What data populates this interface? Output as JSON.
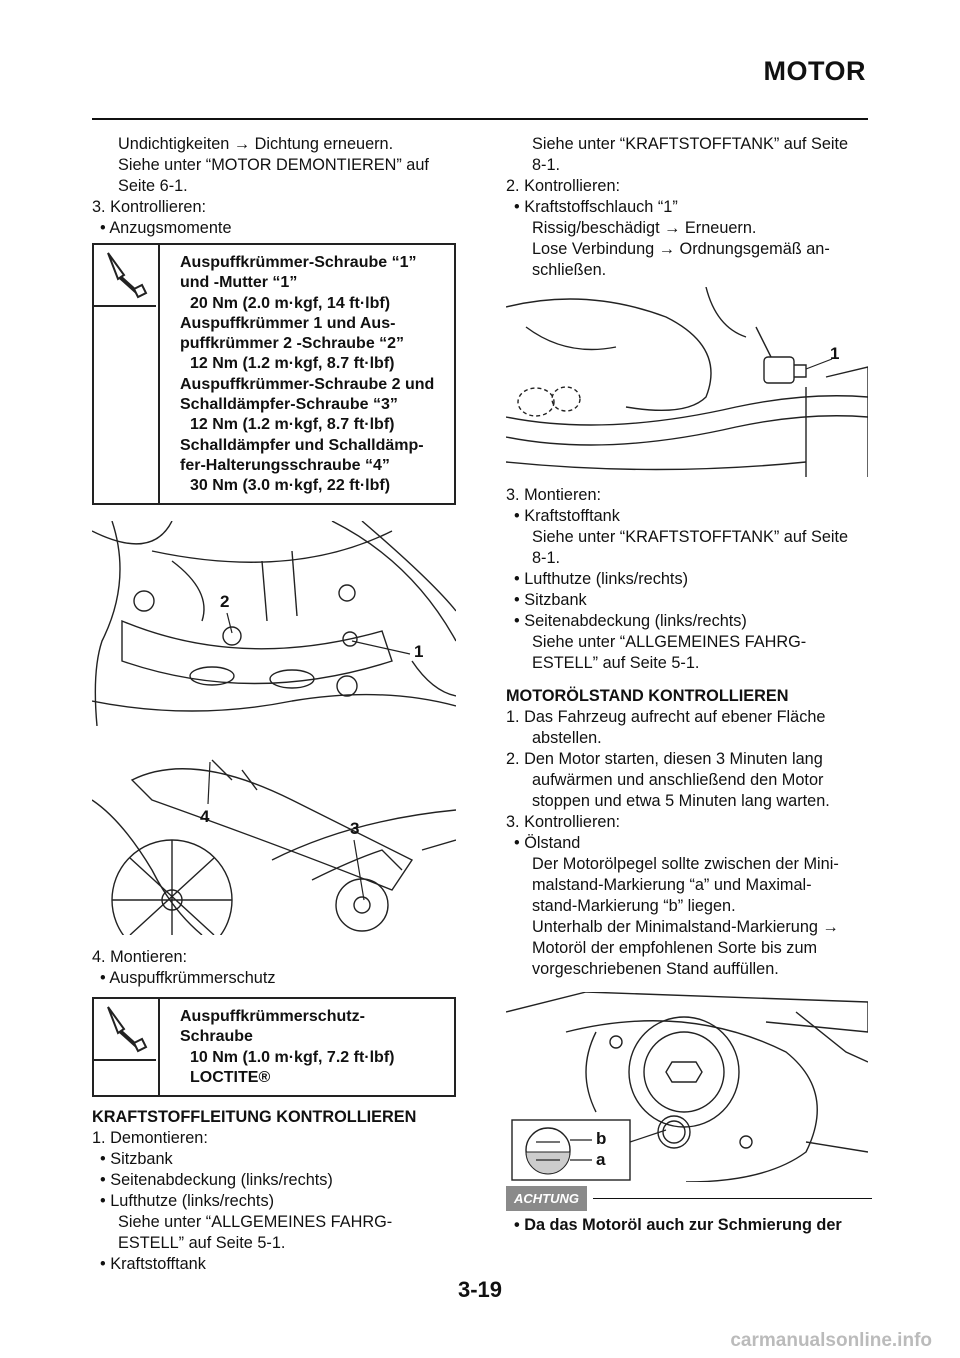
{
  "header": {
    "title": "MOTOR"
  },
  "left": {
    "intro": [
      "Undichtigkeiten → Dichtung erneuern.",
      "Siehe unter “MOTOR DEMONTIEREN” auf",
      "Seite 6-1."
    ],
    "step3": "3.  Kontrollieren:",
    "step3_item": "• Anzugsmomente",
    "torque_box": [
      "Auspuffkrümmer-Schraube “1”",
      "und -Mutter “1”",
      "20 Nm (2.0 m·kgf, 14 ft·lbf)",
      "Auspuffkrümmer 1 und Aus-",
      "puffkrümmer 2 -Schraube “2”",
      "12 Nm (1.2 m·kgf, 8.7 ft·lbf)",
      "Auspuffkrümmer-Schraube 2 und",
      "Schalldämpfer-Schraube “3”",
      "12 Nm (1.2 m·kgf, 8.7 ft·lbf)",
      "Schalldämpfer und Schalldämp-",
      "fer-Halterungsschraube “4”",
      "30 Nm (3.0 m·kgf, 22 ft·lbf)"
    ],
    "fig1_labels": {
      "a": "2",
      "b": "1"
    },
    "fig2_labels": {
      "a": "4",
      "b": "3"
    },
    "step4": "4.  Montieren:",
    "step4_item": "• Auspuffkrümmerschutz",
    "guard_box": [
      "Auspuffkrümmerschutz-",
      "Schraube",
      "10 Nm (1.0 m·kgf, 7.2 ft·lbf)",
      "LOCTITE®"
    ],
    "fuel_heading": "KRAFTSTOFFLEITUNG KONTROLLIEREN",
    "fuel_step1": "1.  Demontieren:",
    "fuel_items": [
      "• Sitzbank",
      "• Seitenabdeckung (links/rechts)",
      "• Lufthutze (links/rechts)",
      "Siehe unter “ALLGEMEINES FAHRG-",
      "ESTELL” auf Seite 5-1.",
      "• Kraftstofftank"
    ]
  },
  "right": {
    "top": [
      "Siehe unter “KRAFTSTOFFTANK” auf Seite",
      "8-1."
    ],
    "step2": "2.  Kontrollieren:",
    "step2_items": [
      "• Kraftstoffschlauch “1”",
      "Rissig/beschädigt → Erneuern.",
      "Lose Verbindung → Ordnungsgemäß an-",
      "schließen."
    ],
    "fig3_label": "1",
    "step3": "3.  Montieren:",
    "step3_items": [
      "• Kraftstofftank",
      "Siehe unter “KRAFTSTOFFTANK” auf Seite",
      "8-1.",
      "• Lufthutze (links/rechts)",
      "• Sitzbank",
      "• Seitenabdeckung (links/rechts)",
      "Siehe unter “ALLGEMEINES FAHRG-",
      "ESTELL” auf Seite 5-1."
    ],
    "oil_heading": "MOTORÖLSTAND KONTROLLIEREN",
    "oil_steps": [
      "1.  Das Fahrzeug aufrecht auf ebener Fläche",
      "abstellen.",
      "2.  Den Motor starten, diesen 3 Minuten lang",
      "aufwärmen und anschließend den Motor",
      "stoppen und etwa 5 Minuten lang warten.",
      "3.  Kontrollieren:",
      "• Ölstand",
      "Der Motorölpegel sollte zwischen der Mini-",
      "malstand-Markierung “a” und Maximal-",
      "stand-Markierung “b” liegen.",
      "Unterhalb der Minimalstand-Markierung →",
      "Motoröl der empfohlenen Sorte bis zum",
      "vorgeschriebenen Stand auffüllen."
    ],
    "fig4_labels": {
      "b": "b",
      "a": "a"
    },
    "achtung": "ACHTUNG",
    "warning_text": "• Da das Motoröl auch zur Schmierung der"
  },
  "page_number": "3-19",
  "footer": "carmanualsonline.info"
}
